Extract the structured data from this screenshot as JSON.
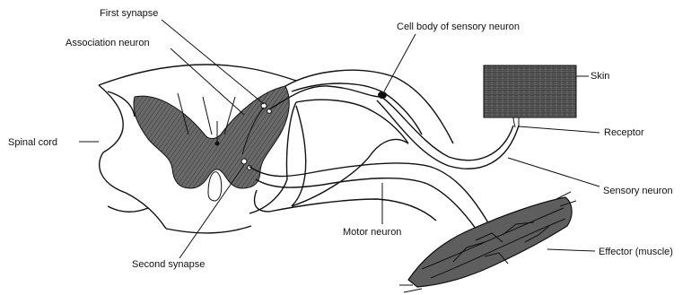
{
  "labels": {
    "first_synapse": "First synapse",
    "association_neuron": "Association neuron",
    "cell_body": "Cell body of sensory neuron",
    "skin": "Skin",
    "spinal_cord": "Spinal cord",
    "receptor": "Receptor",
    "sensory_neuron": "Sensory neuron",
    "motor_neuron": "Motor neuron",
    "second_synapse": "Second synapse",
    "effector": "Effector (muscle)"
  },
  "colors": {
    "ink": "#111111",
    "grey_matter": "#5a5a5a",
    "skin": "#4a4a4a",
    "muscle": "#555555"
  }
}
